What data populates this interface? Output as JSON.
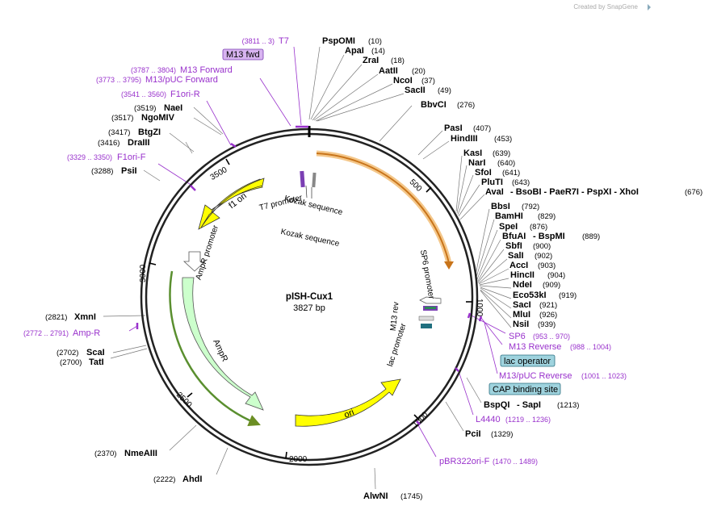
{
  "watermark": "Created by SnapGene",
  "map": {
    "name": "pISH-Cux1",
    "size": "3827 bp",
    "ticks": [
      "500",
      "1000",
      "1500",
      "2000",
      "2500",
      "3000",
      "3500"
    ]
  },
  "features": {
    "f1_ori": "f1 ori",
    "ori": "ori",
    "ampr": "AmpR",
    "ampr_promoter": "AmpR promoter",
    "t7_promoter": "T7 promoter",
    "kozak1": "Kozak sequence",
    "kozak2": "Kozak sequence",
    "sp6_promoter": "SP6 promoter",
    "m13_rev": "M13 rev",
    "lac_promoter": "lac promoter"
  },
  "boxed": {
    "m13_fwd": "M13 fwd",
    "lac_operator": "lac operator",
    "cap_site": "CAP binding site"
  },
  "primers": [
    {
      "pos": "(3811 .. 3)",
      "name": "T7"
    },
    {
      "pos": "(3787 .. 3804)",
      "name": "M13 Forward"
    },
    {
      "pos": "(3773 .. 3795)",
      "name": "M13/pUC Forward"
    },
    {
      "pos": "(3541 .. 3560)",
      "name": "F1ori-R"
    },
    {
      "pos": "(3329 .. 3350)",
      "name": "F1ori-F"
    },
    {
      "pos": "(2772 .. 2791)",
      "name": "Amp-R"
    },
    {
      "pos": "(953 .. 970)",
      "name": "SP6"
    },
    {
      "pos": "(988 .. 1004)",
      "name": "M13 Reverse"
    },
    {
      "pos": "(1001 .. 1023)",
      "name": "M13/pUC Reverse"
    },
    {
      "pos": "(1219 .. 1236)",
      "name": "L4440"
    },
    {
      "pos": "(1470 .. 1489)",
      "name": "pBR322ori-F"
    }
  ],
  "enzymes": {
    "PspOMI": {
      "name": "PspOMI",
      "pos": "(10)"
    },
    "ApaI": {
      "name": "ApaI",
      "pos": "(14)"
    },
    "ZraI": {
      "name": "ZraI",
      "pos": "(18)"
    },
    "AatII": {
      "name": "AatII",
      "pos": "(20)"
    },
    "NcoI": {
      "name": "NcoI",
      "pos": "(37)"
    },
    "SacII": {
      "name": "SacII",
      "pos": "(49)"
    },
    "BbvCI": {
      "name": "BbvCI",
      "pos": "(276)"
    },
    "PasI": {
      "name": "PasI",
      "pos": "(407)"
    },
    "HindIII": {
      "name": "HindIII",
      "pos": "(453)"
    },
    "KasI": {
      "name": "KasI",
      "pos": "(639)"
    },
    "NarI": {
      "name": "NarI",
      "pos": "(640)"
    },
    "SfoI": {
      "name": "SfoI",
      "pos": "(641)"
    },
    "PluTI": {
      "name": "PluTI",
      "pos": "(643)"
    },
    "AvaI": {
      "name": "AvaI",
      "extra": "- BsoBI   - PaeR7I   - PspXI   - XhoI",
      "pos": "(676)"
    },
    "BbsI": {
      "name": "BbsI",
      "pos": "(792)"
    },
    "BamHI": {
      "name": "BamHI",
      "pos": "(829)"
    },
    "SpeI": {
      "name": "SpeI",
      "pos": "(876)"
    },
    "BfuAI": {
      "name": "BfuAI",
      "extra": "- BspMI",
      "pos": "(889)"
    },
    "SbfI": {
      "name": "SbfI",
      "pos": "(900)"
    },
    "SalI": {
      "name": "SalI",
      "pos": "(902)"
    },
    "AccI": {
      "name": "AccI",
      "pos": "(903)"
    },
    "HincII": {
      "name": "HincII",
      "pos": "(904)"
    },
    "NdeI": {
      "name": "NdeI",
      "pos": "(909)"
    },
    "Eco53kI": {
      "name": "Eco53kI",
      "pos": "(919)"
    },
    "SacI": {
      "name": "SacI",
      "pos": "(921)"
    },
    "MluI": {
      "name": "MluI",
      "pos": "(926)"
    },
    "NsiI": {
      "name": "NsiI",
      "pos": "(939)"
    },
    "BspQI": {
      "name": "BspQI",
      "extra": "- SapI",
      "pos": "(1213)"
    },
    "PciI": {
      "name": "PciI",
      "pos": "(1329)"
    },
    "AlwNI": {
      "name": "AlwNI",
      "pos": "(1745)"
    },
    "AhdI": {
      "name": "AhdI",
      "pos": "(2222)"
    },
    "NmeAIII": {
      "name": "NmeAIII",
      "pos": "(2370)"
    },
    "TatI": {
      "name": "TatI",
      "pos": "(2700)"
    },
    "ScaI": {
      "name": "ScaI",
      "pos": "(2702)"
    },
    "XmnI": {
      "name": "XmnI",
      "pos": "(2821)"
    },
    "PsiI": {
      "name": "PsiI",
      "pos": "(3288)"
    },
    "DraIII": {
      "name": "DraIII",
      "pos": "(3416)"
    },
    "BtgZI": {
      "name": "BtgZI",
      "pos": "(3417)"
    },
    "NgoMIV": {
      "name": "NgoMIV",
      "pos": "(3517)"
    },
    "NaeI": {
      "name": "NaeI",
      "pos": "(3519)"
    }
  }
}
